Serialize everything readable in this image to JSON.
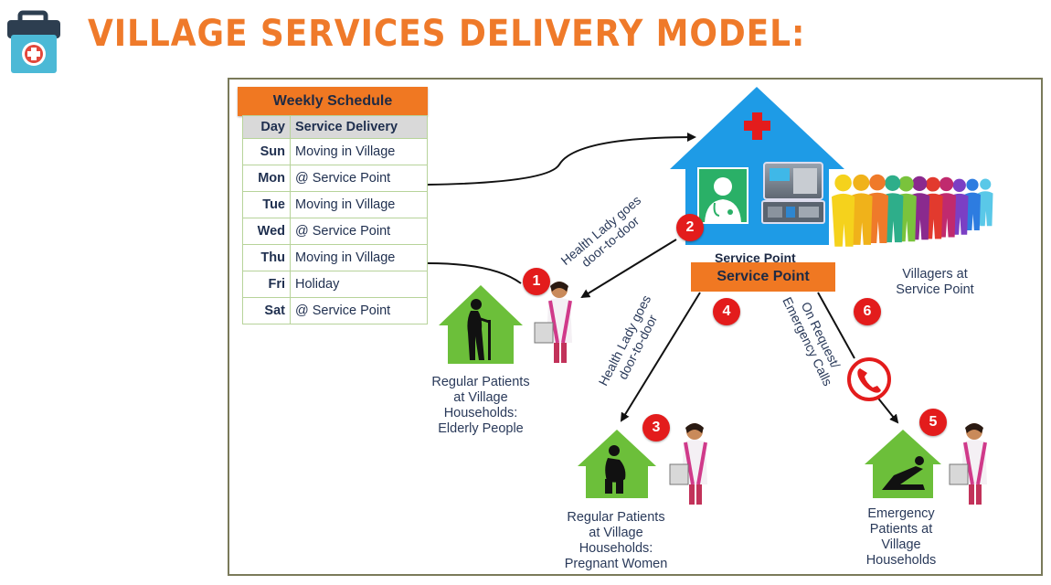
{
  "title": "VILLAGE SERVICES DELIVERY MODEL:",
  "schedule": {
    "header": "Weekly Schedule",
    "col_day": "Day",
    "col_service": "Service Delivery",
    "rows": [
      {
        "day": "Sun",
        "service": "Moving in Village"
      },
      {
        "day": "Mon",
        "service": "@ Service Point"
      },
      {
        "day": "Tue",
        "service": "Moving in Village"
      },
      {
        "day": "Wed",
        "service": "@ Service Point"
      },
      {
        "day": "Thu",
        "service": "Moving in Village"
      },
      {
        "day": "Fri",
        "service": "Holiday"
      },
      {
        "day": "Sat",
        "service": "@ Service Point"
      }
    ]
  },
  "service_point": {
    "label": "Service Point",
    "partial_label": "Service Point"
  },
  "villagers_label": {
    "line1": "Villagers at",
    "line2": "Service Point"
  },
  "paths": {
    "health_lady_1": {
      "line1": "Health Lady goes",
      "line2": "door-to-door"
    },
    "health_lady_2": {
      "line1": "Health Lady goes",
      "line2": "door-to-door"
    },
    "on_request": {
      "line1": "On Request/",
      "line2": "Emergency Calls"
    }
  },
  "numbers": [
    "1",
    "2",
    "3",
    "4",
    "5",
    "6"
  ],
  "captions": {
    "elderly": [
      "Regular Patients",
      "at Village",
      "Households:",
      "Elderly People"
    ],
    "pregnant": [
      "Regular Patients",
      "at Village",
      "Households:",
      "Pregnant Women"
    ],
    "emergency": [
      "Emergency",
      "Patients at",
      "Village",
      "Households"
    ]
  },
  "colors": {
    "accent_orange": "#f07822",
    "title_orange": "#ef7a2a",
    "house_blue": "#1e9be6",
    "house_green": "#6cbf3a",
    "badge_red": "#e31c1c"
  },
  "icons": [
    "medical-kit-icon",
    "red-cross-icon",
    "doctor-icon",
    "medical-equipment-icon",
    "phone-icon",
    "elderly-person-icon",
    "pregnant-woman-icon",
    "reclining-patient-icon",
    "health-lady-icon",
    "villagers-crowd-icon"
  ]
}
